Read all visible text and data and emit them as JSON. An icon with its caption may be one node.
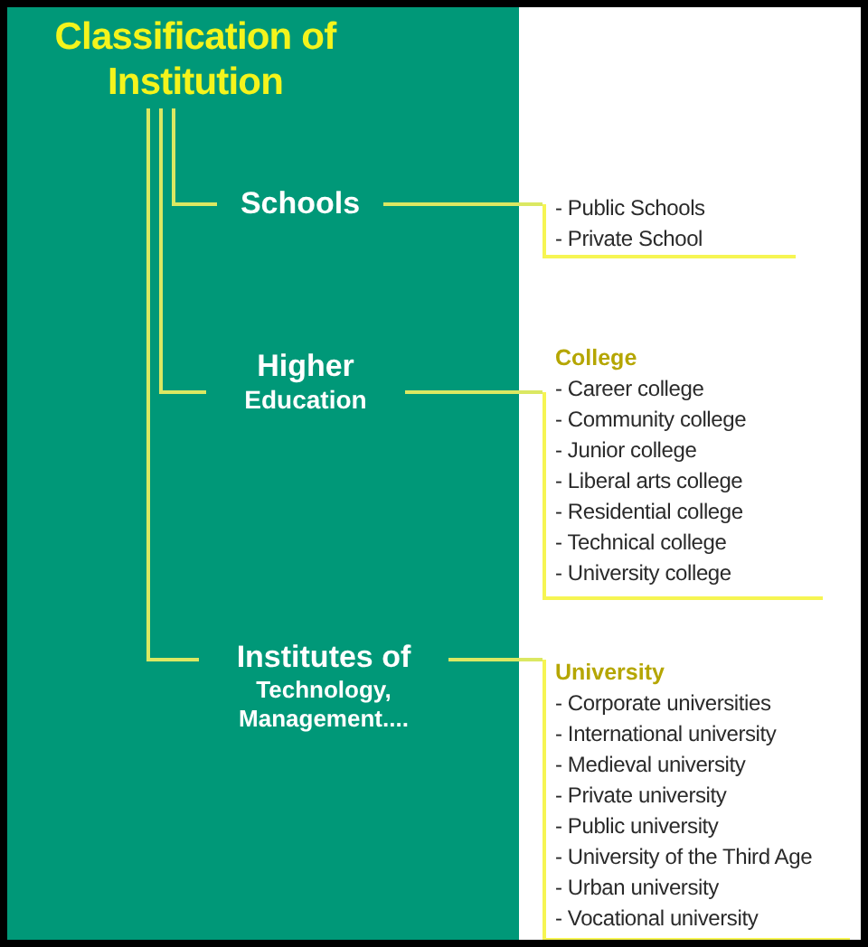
{
  "diagram": {
    "nodes": [
      {
        "text": [
          "Classification of Institution"
        ]
      },
      {
        "text": [
          "Schools"
        ]
      },
      {
        "text": [
          "Higher",
          "Education"
        ]
      },
      {
        "text": [
          "Institutes of",
          "Technology, Management...."
        ]
      },
      {
        "text": [
          "- Public Schools",
          "- Private School"
        ]
      },
      {
        "text": [
          "College",
          "- Career college",
          "- Community college",
          "- Junior college",
          "- Liberal arts college",
          "- Residential college",
          "- Technical college",
          "- University college"
        ]
      },
      {
        "text": [
          "University",
          "- Corporate universities",
          "- International university",
          "- Medieval university",
          "- Private university",
          "- Public university",
          "- University of the Third Age",
          "- Urban university",
          "- Vocational university"
        ]
      }
    ],
    "edges": [
      {
        "from": 0,
        "to": 1,
        "arrow": "none"
      },
      {
        "from": 0,
        "to": 2,
        "arrow": "none"
      },
      {
        "from": 0,
        "to": 3,
        "arrow": "none"
      },
      {
        "from": 1,
        "to": 4,
        "arrow": "none"
      },
      {
        "from": 2,
        "to": 5,
        "arrow": "none"
      },
      {
        "from": 3,
        "to": 6,
        "arrow": "none"
      }
    ]
  }
}
